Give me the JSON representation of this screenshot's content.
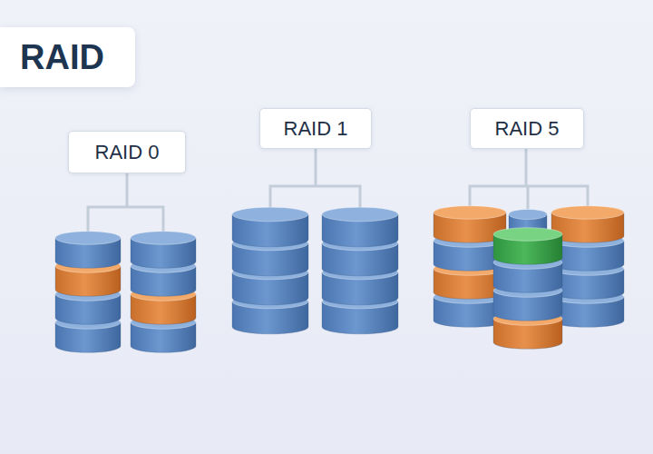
{
  "diagram": {
    "title": "RAID",
    "nodes": [
      {
        "text": [
          "RAID 0"
        ]
      },
      {
        "text": [
          "RAID 1"
        ]
      },
      {
        "text": [
          "RAID 5"
        ]
      }
    ]
  }
}
